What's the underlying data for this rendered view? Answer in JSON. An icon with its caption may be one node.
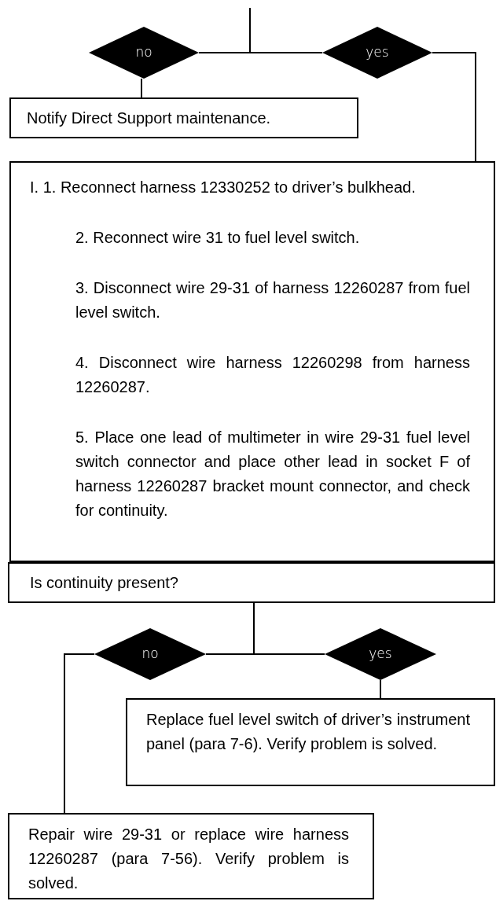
{
  "diagram": {
    "nodes": [
      {
        "text": [
          "no"
        ]
      },
      {
        "text": [
          "yes"
        ]
      },
      {
        "text": [
          "Notify Direct Support maintenance."
        ]
      },
      {
        "text": [
          "I. 1. Reconnect harness 12330252 to driver’s bulkhead.",
          "2. Reconnect wire 31 to fuel level switch.",
          "3. Disconnect wire 29-31 of harness 12260287 from fuel level switch.",
          "4. Disconnect wire harness 12260298 from harness 12260287.",
          "5. Place one lead of multimeter in wire 29-31 fuel level switch connector and place other lead in socket F of harness 12260287 bracket mount connector, and check for continuity."
        ]
      },
      {
        "text": [
          "Is continuity present?"
        ]
      },
      {
        "text": [
          "no"
        ]
      },
      {
        "text": [
          "yes"
        ]
      },
      {
        "text": [
          "Replace fuel level switch of driver’s instrument panel (para 7-6). Verify problem is solved."
        ]
      },
      {
        "text": [
          "Repair wire 29-31 or replace wire harness 12260287 (para 7-56). Verify problem is solved."
        ]
      }
    ],
    "edges": [
      {
        "from": null,
        "to": 0,
        "arrow": "none"
      },
      {
        "from": null,
        "to": 1,
        "arrow": "none"
      },
      {
        "from": 0,
        "to": 2,
        "arrow": "none"
      },
      {
        "from": 1,
        "to": 3,
        "arrow": "none"
      },
      {
        "from": 4,
        "to": 5,
        "arrow": "none"
      },
      {
        "from": 4,
        "to": 6,
        "arrow": "none"
      },
      {
        "from": 6,
        "to": 7,
        "arrow": "none"
      },
      {
        "from": 5,
        "to": 8,
        "arrow": "none"
      }
    ]
  }
}
